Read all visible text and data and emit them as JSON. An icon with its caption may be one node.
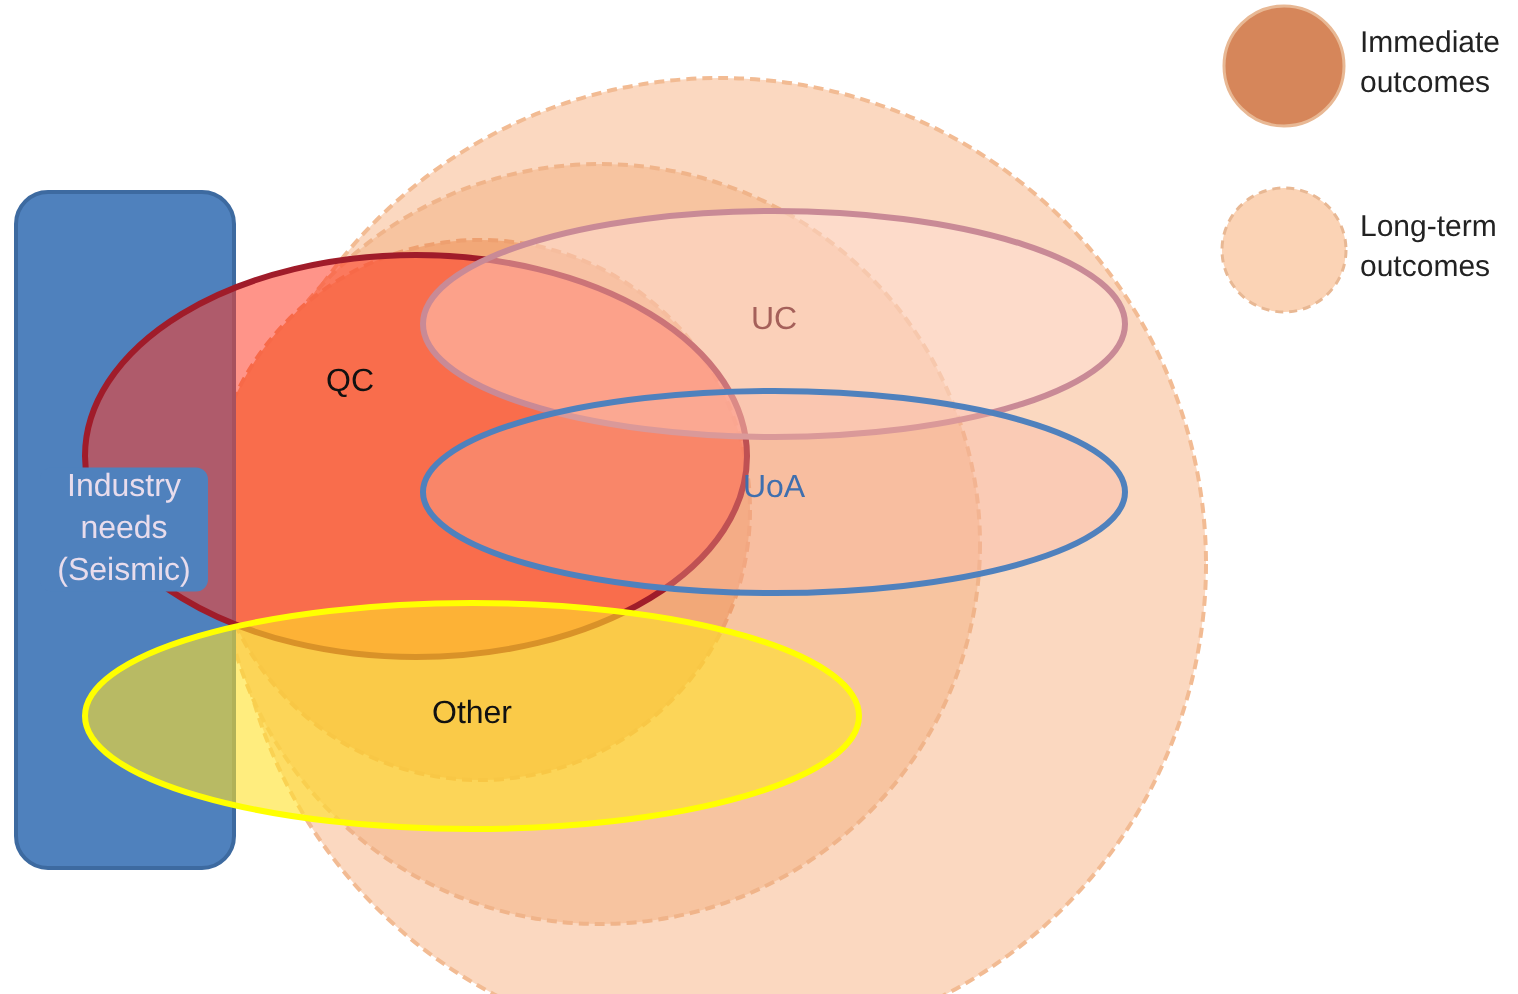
{
  "diagram": {
    "nodes": [
      {
        "text": [
          "Industry needs (Seismic)"
        ]
      },
      {
        "text": [
          "QC"
        ]
      },
      {
        "text": [
          "UC"
        ]
      },
      {
        "text": [
          "UoA"
        ]
      },
      {
        "text": [
          "Other"
        ]
      }
    ],
    "edges": [],
    "legend": [
      {
        "text": "Immediate outcomes",
        "color": "#d6865a"
      },
      {
        "text": "Long-term outcomes",
        "color": "#fbd3b5"
      }
    ]
  }
}
